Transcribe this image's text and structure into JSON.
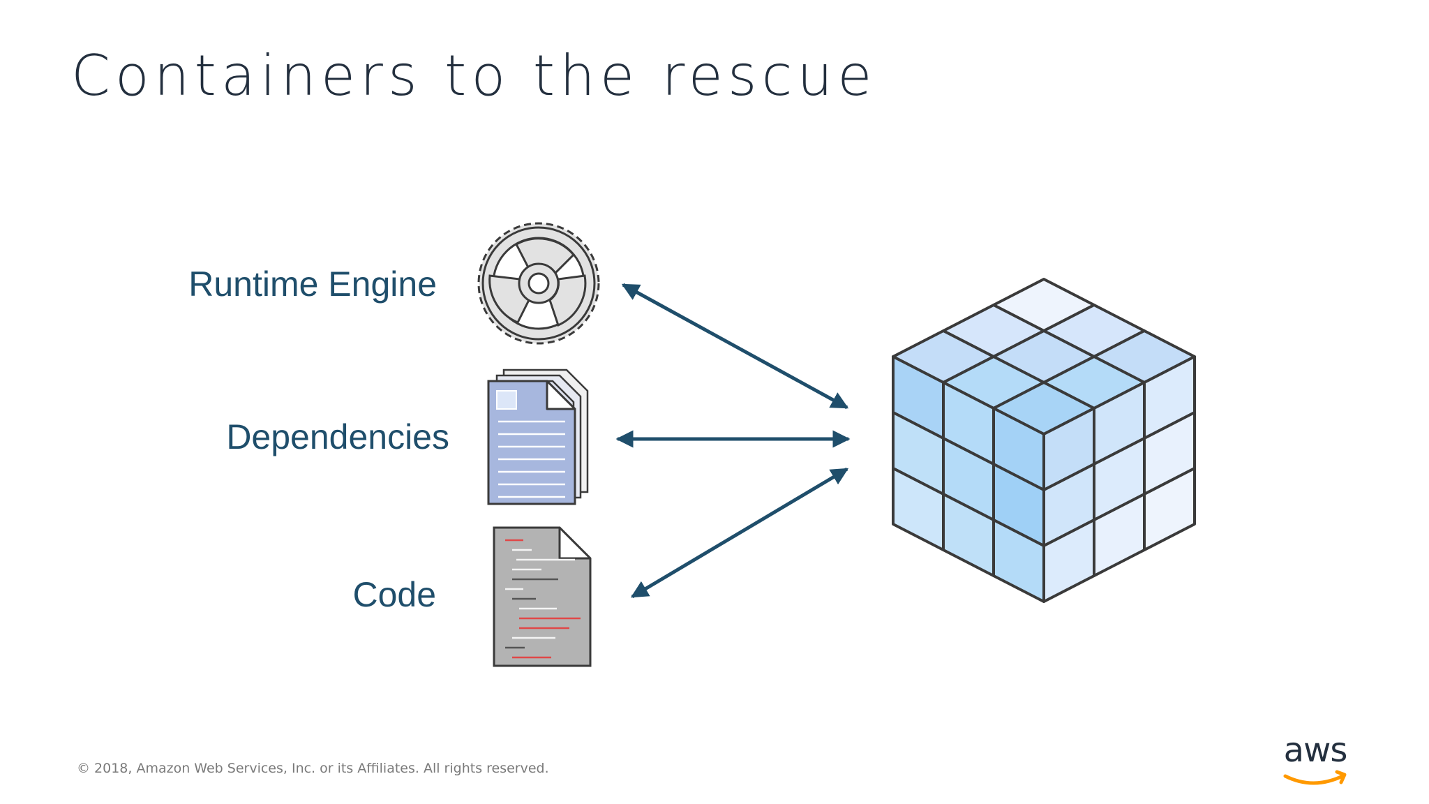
{
  "slide": {
    "title": "Containers to the rescue"
  },
  "diagram": {
    "labels": {
      "runtime": "Runtime Engine",
      "dependencies": "Dependencies",
      "code": "Code"
    },
    "icons": {
      "runtime": "gear-icon",
      "dependencies": "stacked-documents-icon",
      "code": "code-file-icon",
      "container": "cube-container-icon"
    },
    "colors": {
      "label": "#1f4e6b",
      "arrow": "#1f4e6b",
      "cube_light": "#d6eafc",
      "cube_mid": "#b4dbf8",
      "cube_dark": "#9fd0f6",
      "dependencies_doc": "#a7b7de",
      "code_doc": "#b3b3b3"
    }
  },
  "footer": {
    "copyright": "© 2018, Amazon Web Services, Inc. or its Affiliates. All rights reserved.",
    "logo_text": "aws",
    "logo_accent": "#ff9900"
  }
}
